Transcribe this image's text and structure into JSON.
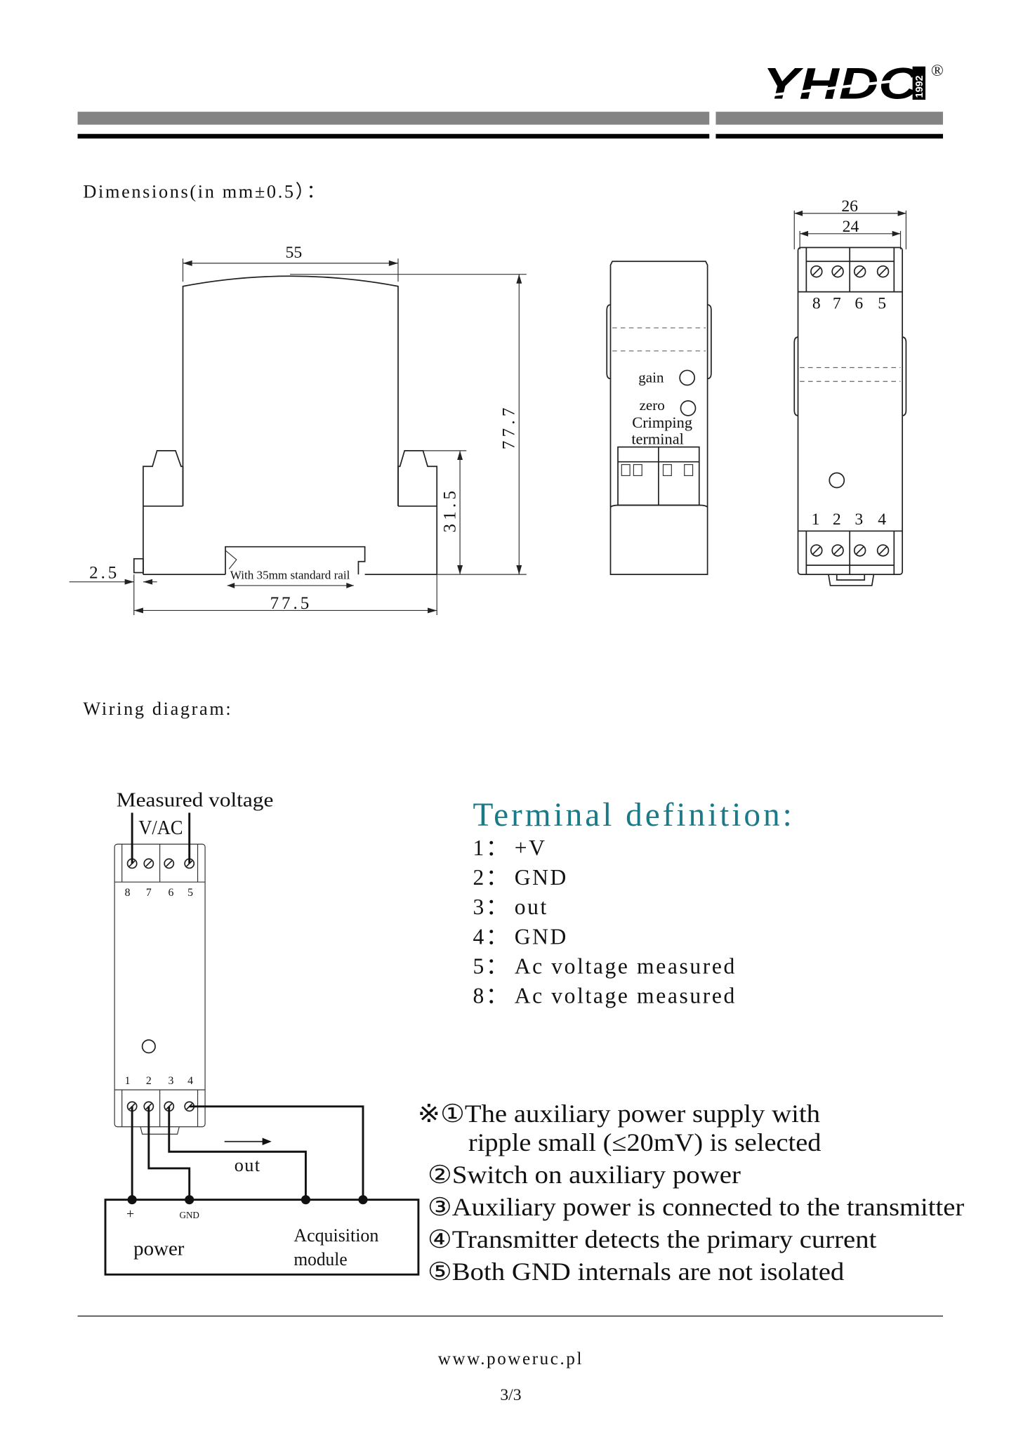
{
  "logo": {
    "text": "YHDC",
    "year": "1992",
    "registered": "®"
  },
  "dimensions": {
    "heading": "Dimensions(in mm±0.5）：",
    "front": {
      "width_top": "55",
      "height_total": "77.7",
      "height_clip": "31.5",
      "width_base": "77.5",
      "offset": "2.5",
      "rail_label": "With 35mm standard rail"
    },
    "side": {
      "gain_label": "gain",
      "zero_label": "zero",
      "crimping_label": "Crimping",
      "terminal_label": "terminal"
    },
    "end": {
      "width_outer": "26",
      "width_inner": "24",
      "top_terminals": [
        "8",
        "7",
        "6",
        "5"
      ],
      "bottom_terminals": [
        "1",
        "2",
        "3",
        "4"
      ]
    }
  },
  "wiring": {
    "heading": "Wiring diagram:",
    "measured_voltage": "Measured voltage",
    "vac": "V/AC",
    "top_terminals": [
      "8",
      "7",
      "6",
      "5"
    ],
    "bottom_terminals": [
      "1",
      "2",
      "3",
      "4"
    ],
    "out_label": "out",
    "plus_label": "+",
    "gnd_label": "GND",
    "power_label": "power",
    "acq_line1": "Acquisition",
    "acq_line2": "module"
  },
  "terminal_definition": {
    "title": "Terminal definition:",
    "color": "#1b7a88",
    "items": [
      {
        "num": "1：",
        "desc": "+V"
      },
      {
        "num": "2：",
        "desc": "GND"
      },
      {
        "num": "3：",
        "desc": "out"
      },
      {
        "num": "4：",
        "desc": "GND"
      },
      {
        "num": "5：",
        "desc": "Ac voltage measured"
      },
      {
        "num": "8：",
        "desc": "Ac voltage measured"
      }
    ]
  },
  "notes": [
    "※①The auxiliary power supply with",
    "ripple small (≤20mV) is selected",
    "②Switch on auxiliary power",
    "③Auxiliary power is connected to the transmitter",
    "④Transmitter detects the primary current",
    "⑤Both GND internals are not isolated"
  ],
  "footer": {
    "website": "www.poweruc.pl",
    "page": "3/3"
  }
}
